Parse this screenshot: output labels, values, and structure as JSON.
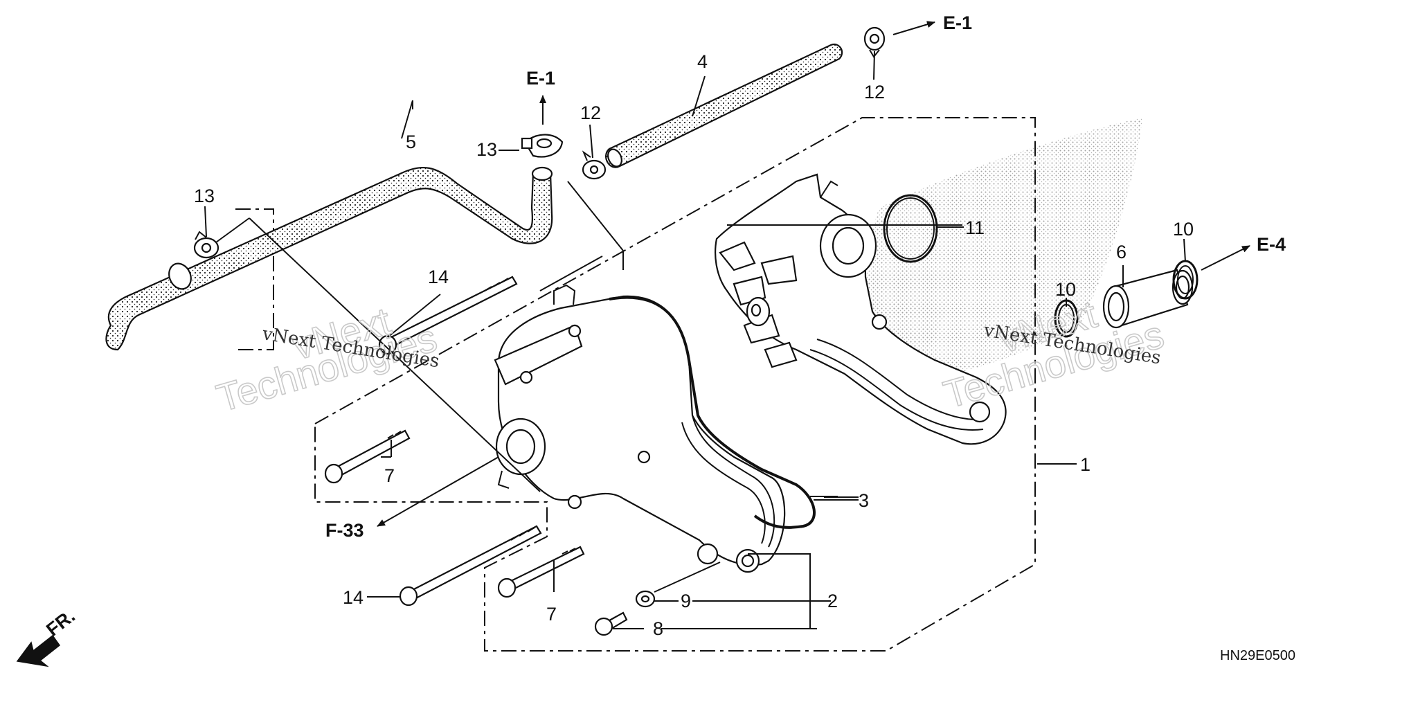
{
  "diagram": {
    "diagram_code": "HN29E0500",
    "front_marker": "FR.",
    "references": {
      "e1_top": "E-1",
      "e1_left": "E-1",
      "e4": "E-4",
      "f33": "F-33"
    },
    "callouts": {
      "part_1": "1",
      "part_2": "2",
      "part_3": "3",
      "part_4": "4",
      "part_5": "5",
      "part_6": "6",
      "part_7_upper": "7",
      "part_7_lower": "7",
      "part_8": "8",
      "part_9": "9",
      "part_10_left": "10",
      "part_10_right": "10",
      "part_11": "11",
      "part_12_left": "12",
      "part_12_right": "12",
      "part_13_left": "13",
      "part_13_right": "13",
      "part_14_upper": "14",
      "part_14_lower": "14"
    },
    "watermarks": {
      "left_small": "vNext Technologies",
      "left_large_line1": "vNext",
      "left_large_line2": "Technologies",
      "right_small": "vNext Technologies",
      "right_large_line1": "vNext",
      "right_large_line2": "Technologies"
    }
  }
}
